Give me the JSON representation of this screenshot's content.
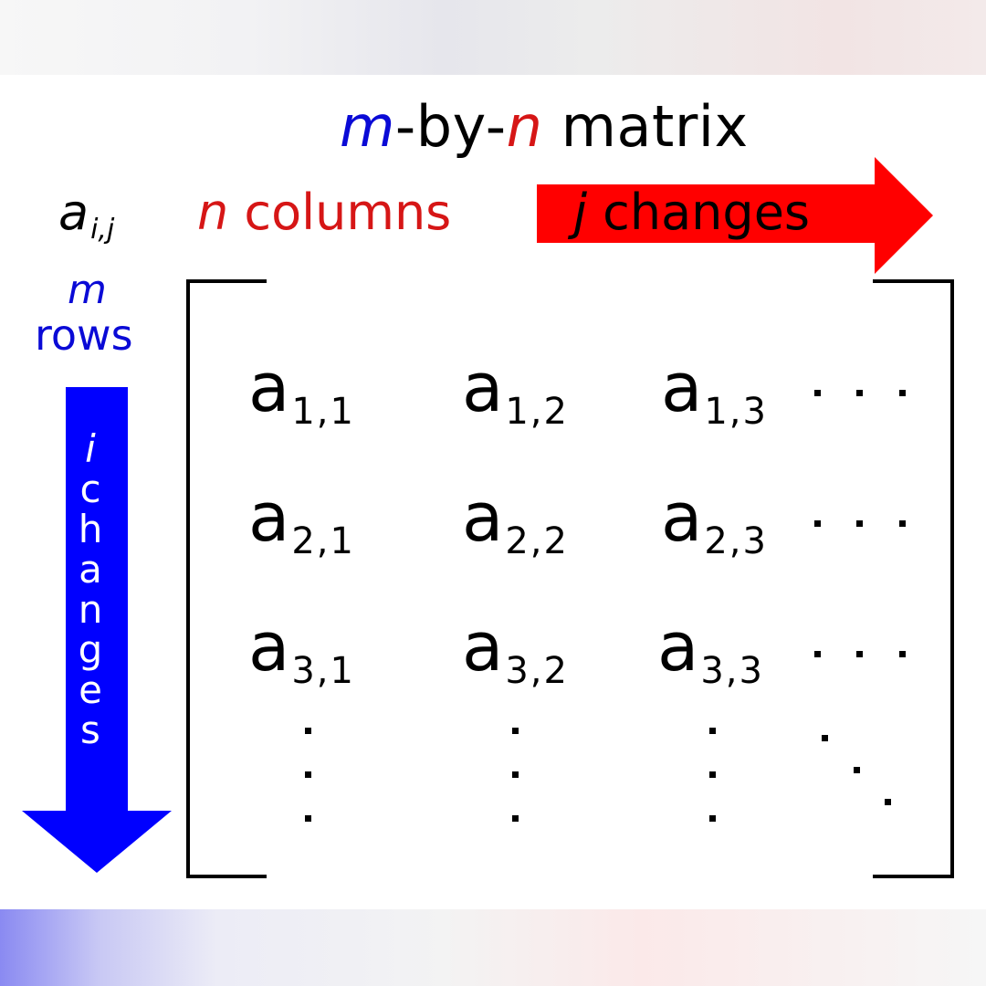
{
  "title": {
    "m": "m",
    "by": "-by-",
    "n": "n",
    "rest": " matrix"
  },
  "element_label": {
    "base": "a",
    "subscript": "i,j"
  },
  "columns_label": {
    "n": "n",
    "text": " columns"
  },
  "rows_label": {
    "m": "m",
    "text": "rows"
  },
  "column_arrow": {
    "j": "j",
    "text": " changes",
    "color": "#ff0000"
  },
  "row_arrow": {
    "letters": [
      "i",
      "c",
      "h",
      "a",
      "n",
      "g",
      "e",
      "s"
    ],
    "color": "#0000ff"
  },
  "matrix": {
    "base": "a",
    "rows": [
      [
        "1,1",
        "1,2",
        "1,3"
      ],
      [
        "2,1",
        "2,2",
        "2,3"
      ],
      [
        "3,1",
        "3,2",
        "3,3"
      ]
    ]
  },
  "colors": {
    "blue_text": "#0a0ad6",
    "red_text": "#d61616"
  }
}
